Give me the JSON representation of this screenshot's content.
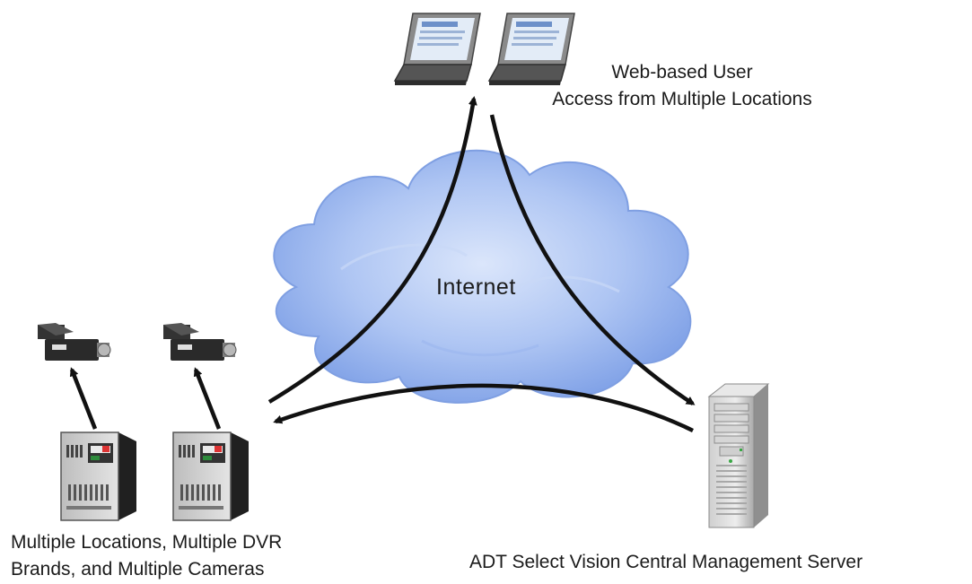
{
  "labels": {
    "web_line1": "Web-based User",
    "web_line2": "Access from Multiple Locations",
    "internet": "Internet",
    "dvr_line1": "Multiple Locations, Multiple DVR",
    "dvr_line2": "Brands, and Multiple Cameras",
    "server": "ADT Select Vision Central Management Server"
  },
  "icons": [
    "laptop-icon",
    "camera-icon",
    "dvr-icon",
    "server-icon",
    "cloud-icon"
  ],
  "colors": {
    "cloud": "#8fb0ee",
    "arrow": "#111111",
    "device_gray": "#9a9a9a"
  }
}
